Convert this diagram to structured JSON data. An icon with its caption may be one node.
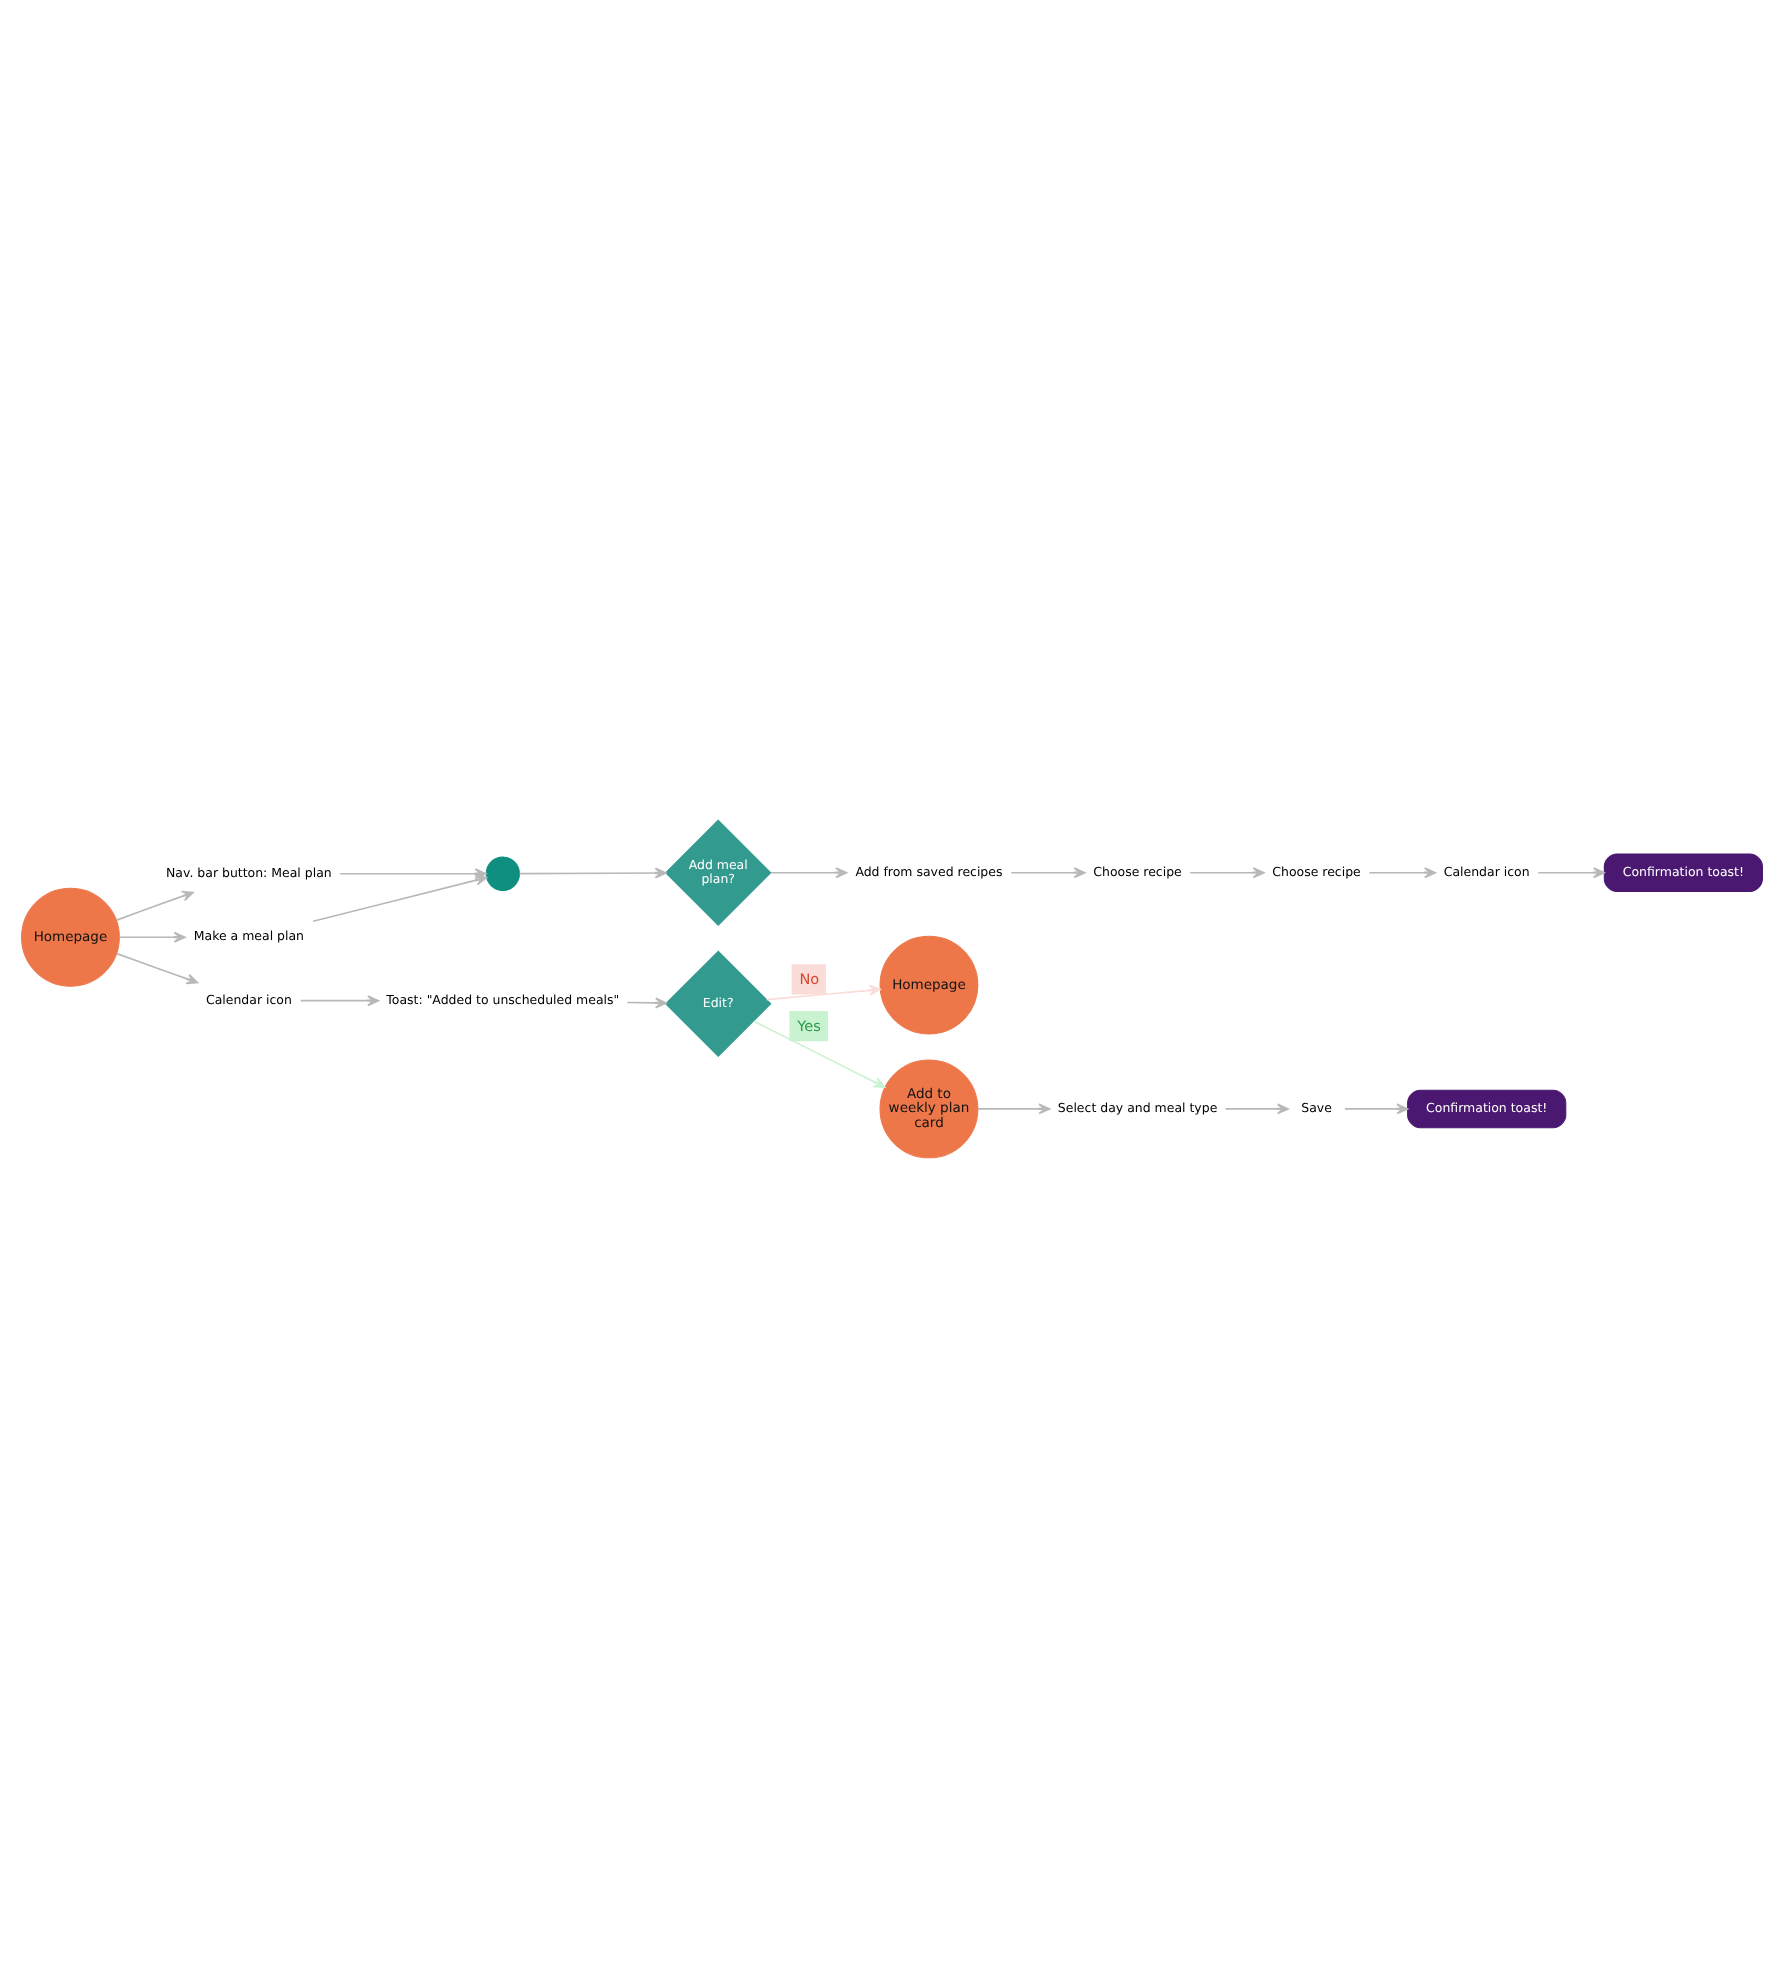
{
  "diagram": {
    "nodes": [
      {
        "text": [
          "Homepage"
        ]
      },
      {
        "text": [
          "Nav. bar button: Meal plan"
        ]
      },
      {
        "text": [
          "Make a meal plan"
        ]
      },
      {
        "text": [
          "Calendar icon"
        ]
      },
      {
        "text": [],
        "shape": "circle"
      },
      {
        "text": [
          "Add meal plan?"
        ]
      },
      {
        "text": [
          "Add from saved recipes"
        ]
      },
      {
        "text": [
          "Choose recipe"
        ]
      },
      {
        "text": [
          "Choose recipe"
        ]
      },
      {
        "text": [
          "Calendar icon"
        ]
      },
      {
        "text": [
          "Confirmation toast!"
        ]
      },
      {
        "text": [
          "Toast: \"Added to unscheduled meals\""
        ]
      },
      {
        "text": [
          "Edit?"
        ]
      },
      {
        "text": [
          "Homepage"
        ]
      },
      {
        "text": [
          "Add to weekly plan card"
        ]
      },
      {
        "text": [
          "Select day and meal type"
        ]
      },
      {
        "text": [
          "Save"
        ]
      },
      {
        "text": [
          "Confirmation toast!"
        ]
      }
    ],
    "edges": [
      {
        "from": 0,
        "to": 1,
        "arrow": "to"
      },
      {
        "from": 0,
        "to": 2,
        "arrow": "to"
      },
      {
        "from": 0,
        "to": 3,
        "arrow": "to"
      },
      {
        "from": 1,
        "to": 4,
        "arrow": "to"
      },
      {
        "from": 2,
        "to": 4,
        "arrow": "to"
      },
      {
        "from": 4,
        "to": 5,
        "arrow": "to"
      },
      {
        "from": 5,
        "to": 6,
        "arrow": "to"
      },
      {
        "from": 6,
        "to": 7,
        "arrow": "to"
      },
      {
        "from": 7,
        "to": 8,
        "arrow": "to"
      },
      {
        "from": 8,
        "to": 9,
        "arrow": "to"
      },
      {
        "from": 9,
        "to": 10,
        "arrow": "to"
      },
      {
        "from": 3,
        "to": 11,
        "arrow": "to"
      },
      {
        "from": 11,
        "to": 12,
        "arrow": "to"
      },
      {
        "from": 12,
        "to": 13,
        "arrow": "to",
        "label": "No",
        "color": "#fadcd9"
      },
      {
        "from": 12,
        "to": 14,
        "arrow": "to",
        "label": "Yes",
        "color": "#c9f2d0"
      },
      {
        "from": 14,
        "to": 15,
        "arrow": "to"
      },
      {
        "from": 15,
        "to": 16,
        "arrow": "to"
      },
      {
        "from": 16,
        "to": 17,
        "arrow": "to"
      }
    ]
  }
}
